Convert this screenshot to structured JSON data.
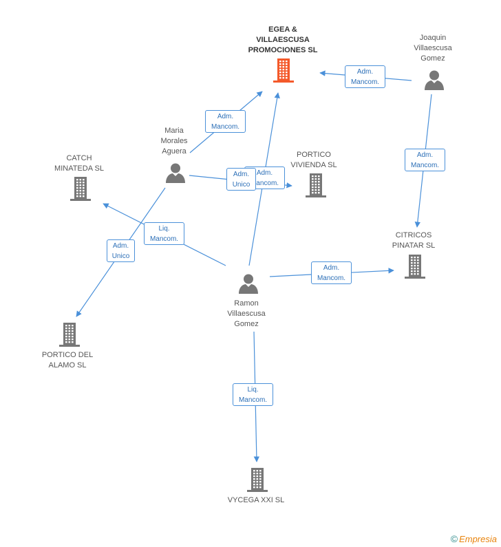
{
  "colors": {
    "accent": "#f4592a",
    "node": "#777777",
    "link": "#4a90d9",
    "label_text": "#555555"
  },
  "nodes": [
    {
      "id": "egea",
      "type": "company",
      "highlight": true,
      "lines": [
        "EGEA &",
        "VILLAESCUSA",
        "PROMOCIONES SL"
      ]
    },
    {
      "id": "joaquin",
      "type": "person",
      "lines": [
        "Joaquin",
        "Villaescusa",
        "Gomez"
      ]
    },
    {
      "id": "maria",
      "type": "person",
      "lines": [
        "Maria",
        "Morales",
        "Aguera"
      ]
    },
    {
      "id": "catch",
      "type": "company",
      "lines": [
        "CATCH",
        "MINATEDA SL"
      ]
    },
    {
      "id": "portico_vivienda",
      "type": "company",
      "lines": [
        "PORTICO",
        "VIVIENDA SL"
      ]
    },
    {
      "id": "citricos",
      "type": "company",
      "lines": [
        "CITRICOS",
        "PINATAR SL"
      ]
    },
    {
      "id": "ramon",
      "type": "person",
      "lines": [
        "Ramon",
        "Villaescusa",
        "Gomez"
      ]
    },
    {
      "id": "portico_alamo",
      "type": "company",
      "lines": [
        "PORTICO DEL",
        "ALAMO  SL"
      ]
    },
    {
      "id": "vycega",
      "type": "company",
      "lines": [
        "VYCEGA XXI SL"
      ]
    }
  ],
  "relations": [
    {
      "from": "joaquin",
      "to": "egea",
      "lines": [
        "Adm.",
        "Mancom."
      ]
    },
    {
      "from": "maria",
      "to": "egea",
      "lines": [
        "Adm.",
        "Mancom."
      ]
    },
    {
      "from": "joaquin",
      "to": "citricos",
      "lines": [
        "Adm.",
        "Mancom."
      ]
    },
    {
      "from": "maria",
      "to": "portico_vivienda",
      "lines": [
        "Adm.",
        "Mancom."
      ]
    },
    {
      "from": "ramon",
      "to": "portico_vivienda",
      "lines": [
        "Adm.",
        "Unico"
      ]
    },
    {
      "from": "ramon",
      "to": "catch",
      "lines": [
        "Liq.",
        "Mancom."
      ]
    },
    {
      "from": "maria",
      "to": "portico_alamo",
      "lines": [
        "Adm.",
        "Unico"
      ]
    },
    {
      "from": "ramon",
      "to": "citricos",
      "lines": [
        "Adm.",
        "Mancom."
      ]
    },
    {
      "from": "ramon",
      "to": "vycega",
      "lines": [
        "Liq.",
        "Mancom."
      ]
    },
    {
      "from": "ramon",
      "to": "egea",
      "lines": []
    }
  ],
  "brand": {
    "copyright": "©",
    "name": "Empresia"
  }
}
